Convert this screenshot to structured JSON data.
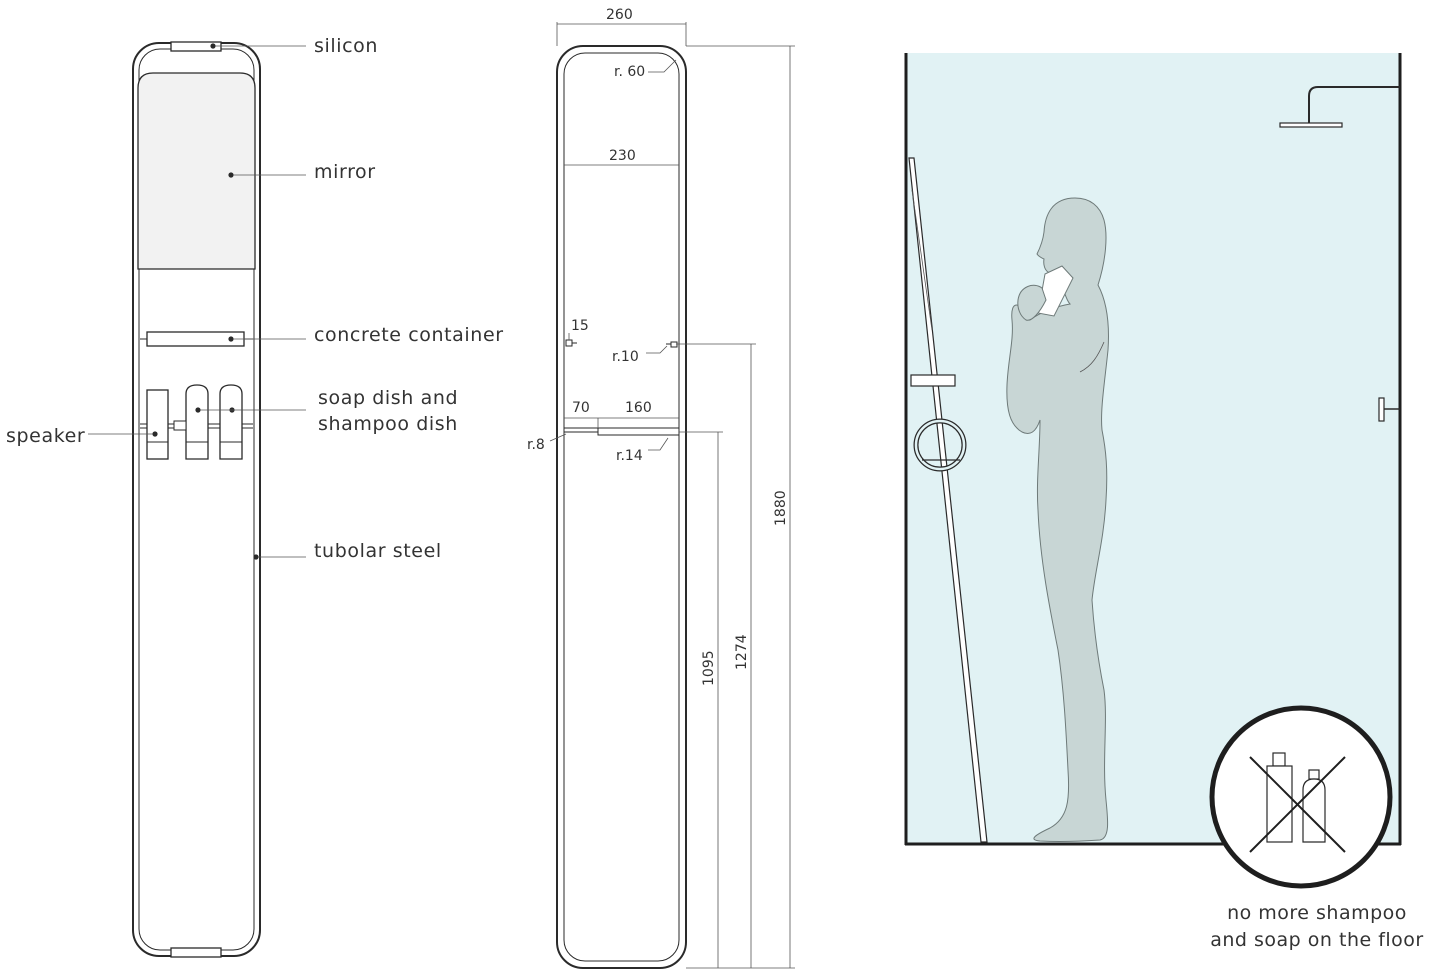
{
  "labels": {
    "silicon": "silicon",
    "mirror": "mirror",
    "concrete_container": "concrete container",
    "soap_dish_line1": "soap dish and",
    "soap_dish_line2": "shampoo dish",
    "speaker": "speaker",
    "tubular_steel": "tubolar steel"
  },
  "dimensions": {
    "width_outer": "260",
    "radius_top": "r. 60",
    "width_inner": "230",
    "d15": "15",
    "r10": "r.10",
    "d70": "70",
    "d160": "160",
    "r8": "r.8",
    "r14": "r.14",
    "h1880": "1880",
    "h1274": "1274",
    "h1095": "1095"
  },
  "caption": {
    "line1": "no more shampoo",
    "line2": "and soap on the floor"
  },
  "colors": {
    "line": "#2a2a2a",
    "shower_bg": "#e1f2f4",
    "figure": "#c8d6d5",
    "mirror_fill": "#f2f2f2"
  }
}
